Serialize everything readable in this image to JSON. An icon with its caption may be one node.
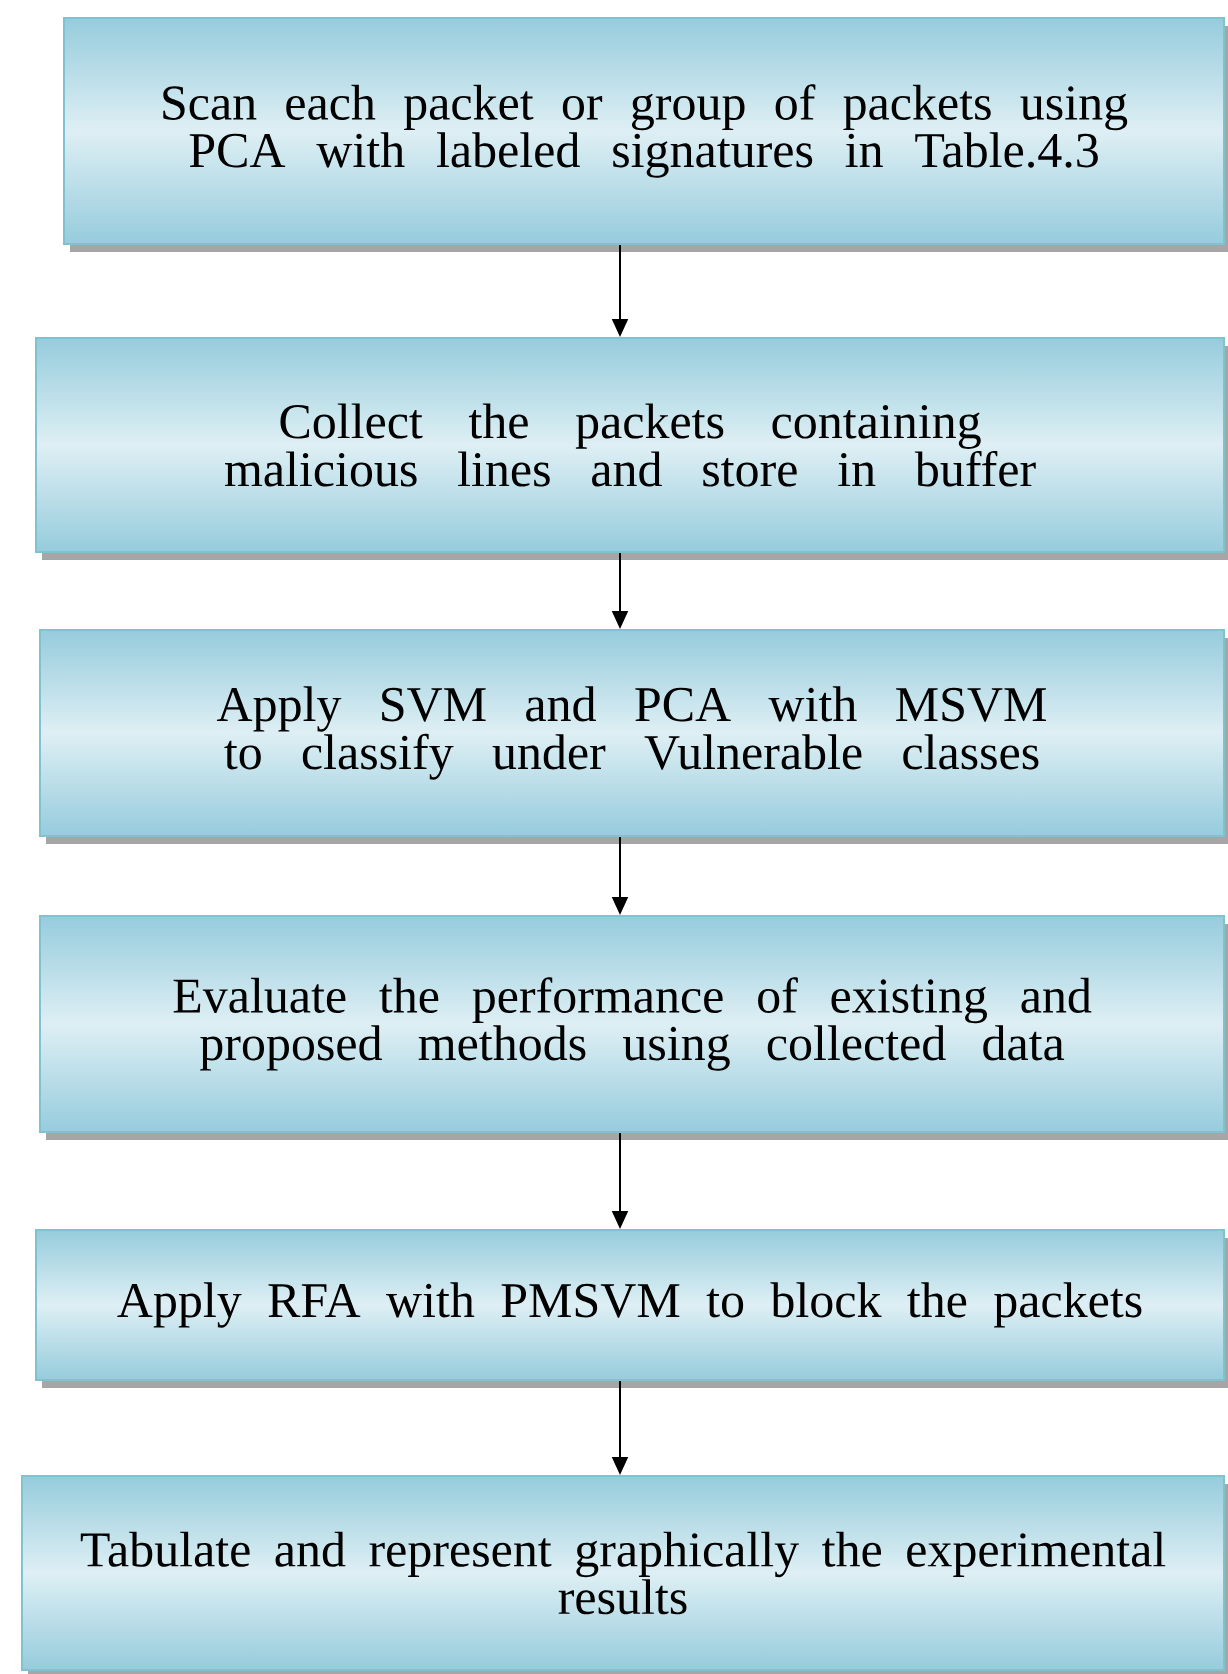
{
  "diagram": {
    "nodes": [
      {
        "text": [
          "Scan each packet or group of packets using PCA with labeled signatures in Table.4.3"
        ]
      },
      {
        "text": [
          "Collect the packets containing malicious lines and store in buffer"
        ]
      },
      {
        "text": [
          "Apply SVM and PCA with MSVM to classify under Vulnerable classes"
        ]
      },
      {
        "text": [
          "Evaluate the performance of existing and proposed methods using collected data"
        ]
      },
      {
        "text": [
          "Apply RFA with PMSVM to block the packets"
        ]
      },
      {
        "text": [
          "Tabulate and represent graphically the experimental results"
        ]
      }
    ],
    "edges": [
      {
        "from": 0,
        "to": 1,
        "arrow": "to"
      },
      {
        "from": 1,
        "to": 2,
        "arrow": "to"
      },
      {
        "from": 2,
        "to": 3,
        "arrow": "to"
      },
      {
        "from": 3,
        "to": 4,
        "arrow": "to"
      },
      {
        "from": 4,
        "to": 5,
        "arrow": "to"
      }
    ]
  }
}
